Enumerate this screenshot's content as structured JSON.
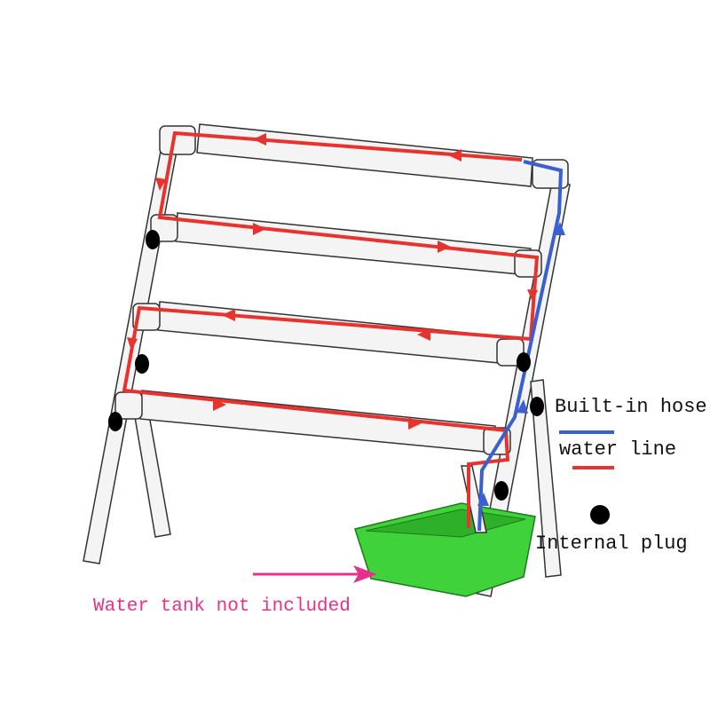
{
  "legend": {
    "hose_label": "Built-in hose",
    "water_line_label": "water line",
    "plug_label": "Internal plug"
  },
  "annotation": {
    "tank_note": "Water tank not included"
  },
  "colors": {
    "hose": "#3a5fd0",
    "water_line": "#e8322e",
    "plug": "#000000",
    "tank": "#3fd23a",
    "note": "#e8308a"
  }
}
